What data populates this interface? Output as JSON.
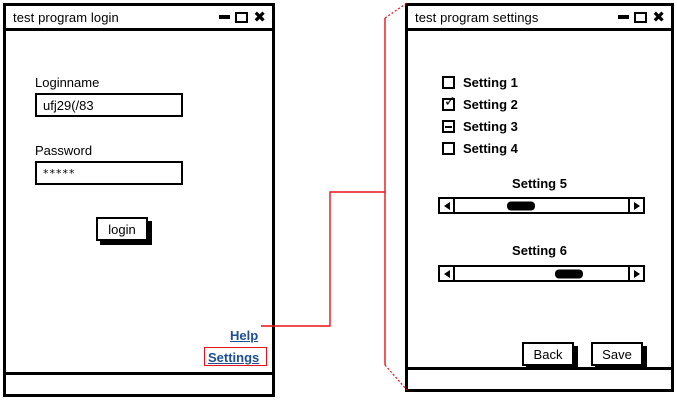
{
  "login_window": {
    "title": "test program login",
    "controls": {
      "minimize": "minimize-icon",
      "maximize": "maximize-icon",
      "close": "close-icon"
    },
    "loginname_label": "Loginname",
    "loginname_value": "ufj29(/83",
    "password_label": "Password",
    "password_value": "*****",
    "login_button": "login",
    "help_link": "Help",
    "settings_link": "Settings",
    "highlight_color": "#e8131a",
    "link_color": "#1d4f91"
  },
  "settings_window": {
    "title": "test program settings",
    "controls": {
      "minimize": "minimize-icon",
      "maximize": "maximize-icon",
      "close": "close-icon"
    },
    "checkboxes": [
      {
        "label": "Setting 1",
        "state": "unchecked"
      },
      {
        "label": "Setting 2",
        "state": "checked"
      },
      {
        "label": "Setting 3",
        "state": "indeterminate"
      },
      {
        "label": "Setting 4",
        "state": "unchecked"
      }
    ],
    "sliders": [
      {
        "label": "Setting 5",
        "value_percent": 30
      },
      {
        "label": "Setting 6",
        "value_percent": 58
      }
    ],
    "back_button": "Back",
    "save_button": "Save"
  },
  "connector": {
    "color": "#e8131a",
    "description": "callout from Settings link to settings window"
  }
}
